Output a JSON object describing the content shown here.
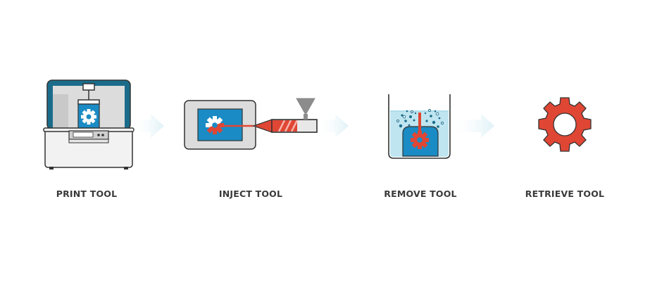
{
  "steps": [
    {
      "label": "PRINT TOOL",
      "icon": "3d-printer-icon"
    },
    {
      "label": "INJECT TOOL",
      "icon": "injection-mold-icon"
    },
    {
      "label": "REMOVE TOOL",
      "icon": "dissolve-bath-icon"
    },
    {
      "label": "RETRIEVE TOOL",
      "icon": "gear-icon"
    }
  ],
  "colors": {
    "teal": "#1b6c8a",
    "blue": "#1a8bc4",
    "red": "#e04634",
    "gray_panel": "#dcdcdc",
    "outline": "#333333",
    "water": "#bfe5f0",
    "arrow": "#e2f2f7",
    "label": "#3a3a3a"
  }
}
